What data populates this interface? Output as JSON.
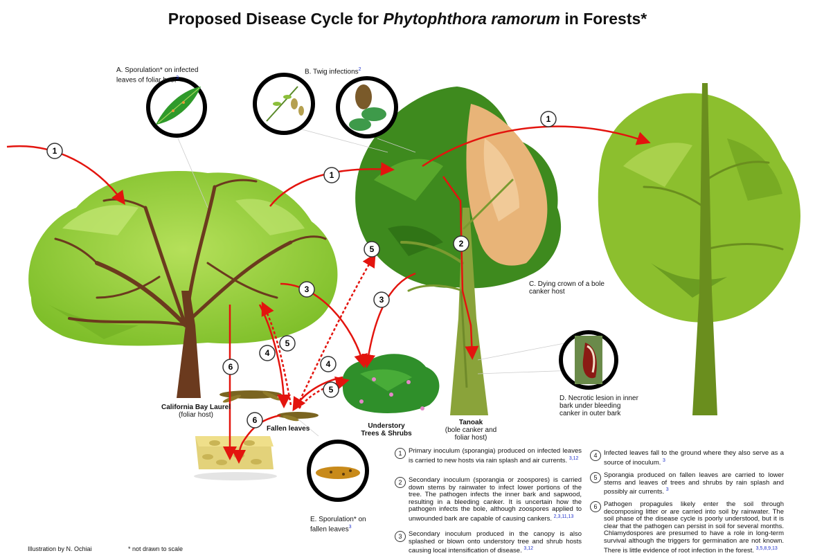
{
  "title": {
    "prefix": "Proposed Disease Cycle for ",
    "italic": "Phytophthora ramorum",
    "suffix": " in Forests*"
  },
  "insets": {
    "A": {
      "text": "A. Sporulation* on infected leaves of foliar host",
      "ref": "3"
    },
    "B": {
      "text": "B. Twig infections",
      "ref": "2"
    },
    "C": {
      "text": "C. Dying crown of a bole canker host"
    },
    "D": {
      "text": "D. Necrotic lesion in inner bark under bleeding canker in outer bark"
    },
    "E": {
      "text": "E. Sporulation* on fallen leaves",
      "ref": "3"
    }
  },
  "labels": {
    "bay_laurel": "California Bay Laurel",
    "bay_laurel_sub": "(foliar host)",
    "fallen_leaves": "Fallen leaves",
    "understory": "Understory",
    "understory2": "Trees & Shrubs",
    "tanoak": "Tanoak",
    "tanoak_sub1": "(bole canker and",
    "tanoak_sub2": "foliar host)"
  },
  "step_markers": [
    "1",
    "1",
    "1",
    "2",
    "3",
    "3",
    "4",
    "4",
    "5",
    "5",
    "5",
    "6",
    "6"
  ],
  "legend": [
    {
      "num": "1",
      "text": "Primary inoculum (sporangia) produced on infected leaves is carried to new hosts via rain splash and air currents.",
      "ref": "3,12"
    },
    {
      "num": "2",
      "text": "Secondary inoculum (sporangia or zoospores) is carried down stems by rainwater to infect lower portions of the tree. The pathogen infects the inner bark and sapwood, resulting in a bleeding canker. It is uncertain how the pathogen infects the bole, although zoospores applied to unwounded bark are capable of causing cankers.",
      "ref": "2,3,11,13"
    },
    {
      "num": "3",
      "text": "Secondary inoculum produced in the canopy is also splashed or blown onto understory tree and shrub hosts causing local intensification of disease.",
      "ref": "3,12"
    },
    {
      "num": "4",
      "text": "Infected leaves fall to the ground where they also serve as a source of inoculum.",
      "ref": "3"
    },
    {
      "num": "5",
      "text": "Sporangia produced on fallen leaves are carried to lower stems and leaves of trees and shrubs by rain splash and possibly air currents.",
      "ref": "3"
    },
    {
      "num": "6",
      "text": "Pathogen propagules likely enter the soil through decomposing litter or are carried into soil by rainwater. The soil phase of the disease cycle is poorly understood, but it is clear that the pathogen can persist in soil for several months. Chlamydospores are presumed to have a role in long-term survival although the triggers for germination are not known. There is little evidence of root infection in the forest.",
      "ref": "3,5,8,9,13"
    }
  ],
  "footer": {
    "credit": "Illustration by N. Ochiai",
    "note": "* not drawn to scale"
  },
  "colors": {
    "arrow": "#e3140e",
    "bay_green": "#9ccd3a",
    "bark": "#6b3a1e",
    "tan_dying": "#e8b478",
    "ref_blue": "#2233cc"
  }
}
